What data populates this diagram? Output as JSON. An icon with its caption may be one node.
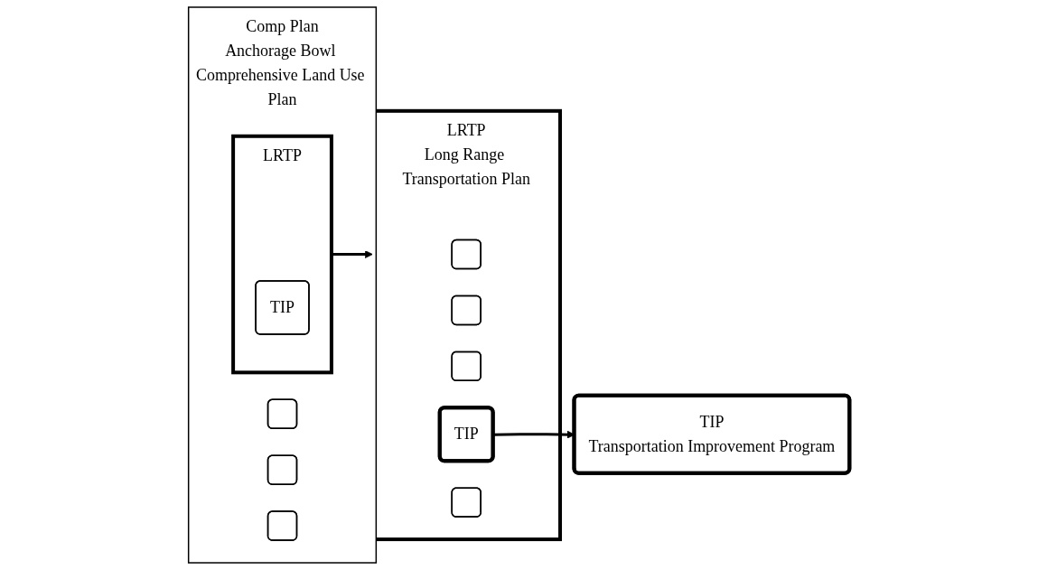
{
  "diagram": {
    "nodes": [
      {
        "text": [
          "Comp Plan",
          "Anchorage Bowl Comprehensive Land Use Plan"
        ]
      },
      {
        "text": [],
        "shape": "box",
        "in": 0
      },
      {
        "text": [],
        "shape": "box",
        "in": 0
      },
      {
        "text": [],
        "shape": "box",
        "in": 0
      },
      {
        "text": [
          "LRTP"
        ],
        "in": 0
      },
      {
        "text": [
          "TIP"
        ],
        "in": 4
      },
      {
        "text": [
          "LRTP",
          "Long Range Transportation Plan"
        ]
      },
      {
        "text": [],
        "shape": "box",
        "in": 6
      },
      {
        "text": [],
        "shape": "box",
        "in": 6
      },
      {
        "text": [],
        "shape": "box",
        "in": 6
      },
      {
        "text": [
          "TIP"
        ],
        "in": 6
      },
      {
        "text": [],
        "shape": "box",
        "in": 6
      },
      {
        "text": [
          "TIP",
          "Transportation Improvement Program"
        ]
      }
    ],
    "edges": [
      {
        "from": 4,
        "to": 6,
        "arrow": "to"
      },
      {
        "from": 10,
        "to": 12,
        "arrow": "to"
      }
    ]
  }
}
